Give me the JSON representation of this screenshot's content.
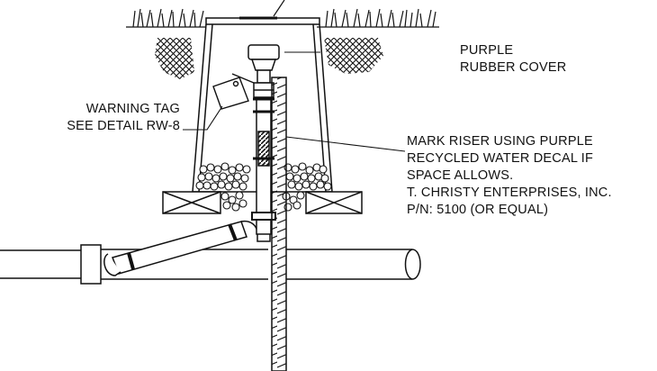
{
  "labels": {
    "purple_cover": [
      "PURPLE",
      "RUBBER COVER"
    ],
    "warning_tag": [
      "WARNING TAG",
      "SEE DETAIL RW-8"
    ],
    "mark_riser": [
      "MARK RISER USING PURPLE",
      "RECYCLED WATER DECAL IF",
      "SPACE ALLOWS.",
      "T. CHRISTY ENTERPRISES, INC.",
      "P/N: 5100 (OR EQUAL)"
    ]
  }
}
